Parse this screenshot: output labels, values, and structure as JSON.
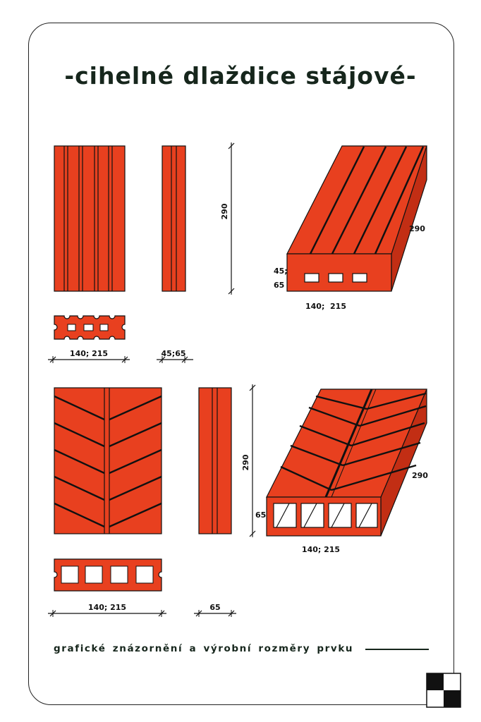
{
  "title": "-cihelné dlaždice stájové-",
  "caption": "grafické znázornění a výrobní rozměry prvku",
  "colors": {
    "brick": "#e8401f",
    "ink": "#16261c"
  },
  "tile_1": {
    "height_label": "290",
    "width_label": "140; 215",
    "thickness_label": "45;65",
    "iso_length_label": "290",
    "iso_thickness_label_a": "45;",
    "iso_thickness_label_b": "65",
    "iso_width_label": "140;  215"
  },
  "tile_2": {
    "height_label": "290",
    "width_label": "140; 215",
    "thickness_label": "65",
    "iso_length_label": "290",
    "iso_thickness_label": "65",
    "iso_width_label": "140; 215"
  }
}
